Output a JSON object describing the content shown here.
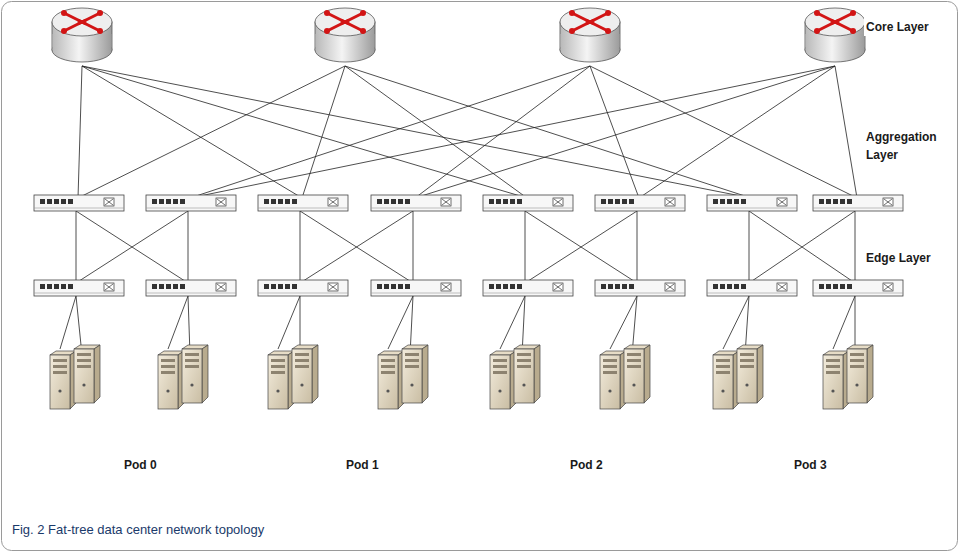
{
  "diagram": {
    "caption": "Fig. 2 Fat-tree data center network topology",
    "labels": [
      "Core Layer",
      "Aggregation Layer",
      "Edge Layer",
      "Pod 0",
      "Pod 1",
      "Pod 2",
      "Pod 3"
    ]
  }
}
